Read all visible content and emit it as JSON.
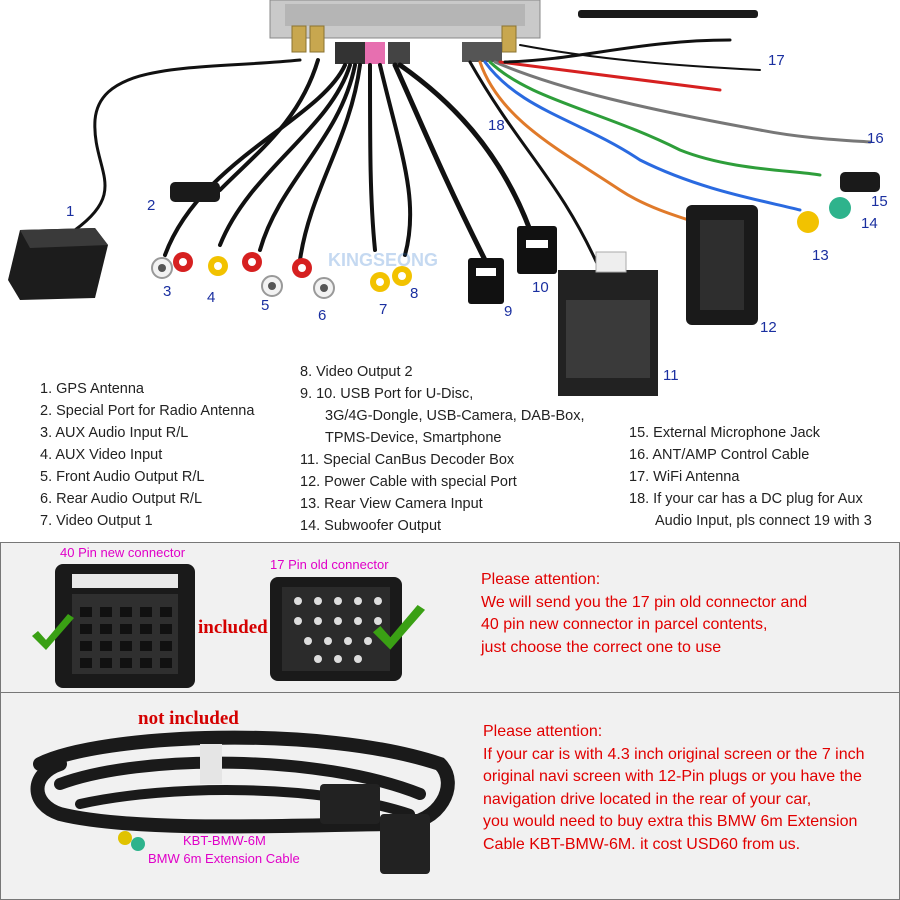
{
  "diagram": {
    "callouts": [
      "1",
      "2",
      "3",
      "4",
      "5",
      "6",
      "7",
      "8",
      "9",
      "10",
      "11",
      "12",
      "13",
      "14",
      "15",
      "16",
      "17",
      "18"
    ],
    "watermark": "KINGSEONG"
  },
  "legend": {
    "col1": [
      "1. GPS Antenna",
      "2. Special Port for Radio Antenna",
      "3. AUX Audio Input R/L",
      "4. AUX Video Input",
      "5. Front Audio Output R/L",
      "6. Rear Audio Output R/L",
      "7. Video Output 1"
    ],
    "col2": [
      "8. Video Output 2",
      "9. 10. USB Port for U-Disc,",
      "3G/4G-Dongle, USB-Camera, DAB-Box,",
      "TPMS-Device, Smartphone",
      "11. Special CanBus Decoder Box",
      "12. Power Cable with special Port",
      "13. Rear View Camera Input",
      "14. Subwoofer Output"
    ],
    "col3": [
      "15. External Microphone Jack",
      "16. ANT/AMP Control Cable",
      "17. WiFi Antenna",
      "18. If your car has a DC plug for Aux",
      "Audio Input, pls connect 19 with 3"
    ]
  },
  "connectors_panel": {
    "label_40pin": "40 Pin new connector",
    "label_17pin": "17 Pin old connector",
    "included": "included",
    "attention_lines": [
      "Please attention:",
      "We will send you the 17 pin old connector and",
      "40 pin new connector in parcel contents,",
      "just choose the correct one to use"
    ]
  },
  "cable_panel": {
    "not_included": "not included",
    "cable_code": "KBT-BMW-6M",
    "cable_name": "BMW 6m Extension Cable",
    "attention_lines": [
      "Please attention:",
      "If your car is with 4.3 inch original screen or the 7 inch",
      "original navi screen with 12-Pin plugs or you have the",
      "navigation drive located in the rear of your car,",
      "you would need to buy extra this BMW 6m Extension",
      "Cable KBT-BMW-6M. it cost USD60 from us."
    ]
  },
  "colors": {
    "callout": "#1a2fa0",
    "attention": "#e10000",
    "label": "#e000c8",
    "check": "#3aa014"
  }
}
